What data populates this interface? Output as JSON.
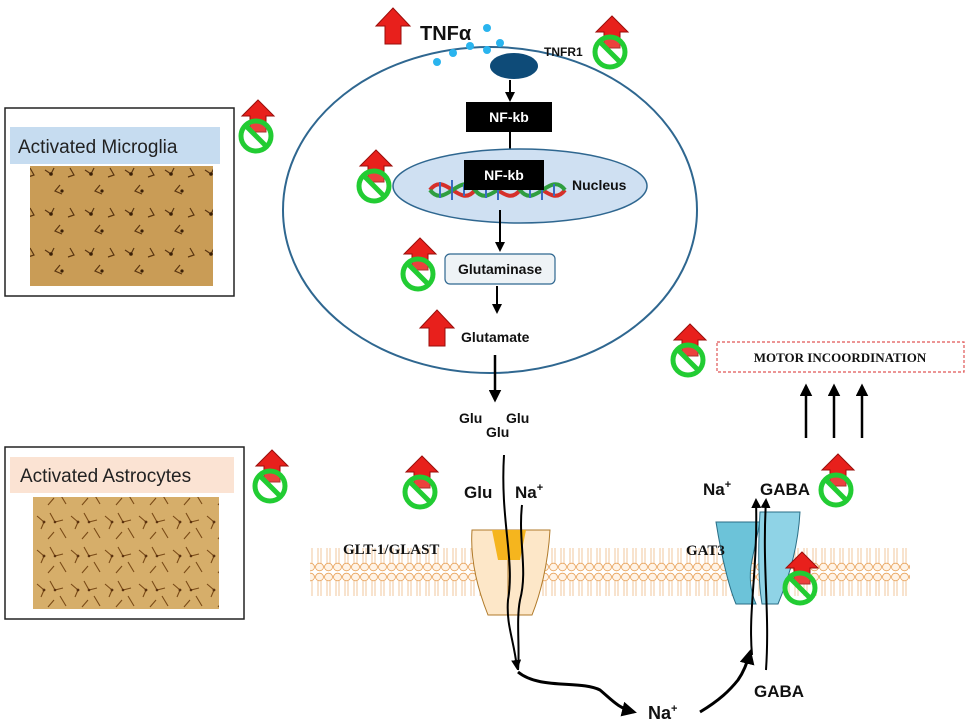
{
  "ligand": {
    "label": "TNFα"
  },
  "receptor": {
    "label": "TNFR1"
  },
  "cell": {
    "nfkb_cytoplasm": "NF-kb",
    "nfkb_nucleus": "NF-kb",
    "nucleus_label": "Nucleus",
    "enzyme": "Glutaminase",
    "product": "Glutamate"
  },
  "released": {
    "glu_1": "Glu",
    "glu_2": "Glu",
    "glu_3": "Glu"
  },
  "glutamate_transporter": {
    "name": "GLT-1/GLAST",
    "substrate": "Glu",
    "ion": "Na",
    "ion_charge": "+"
  },
  "gaba_transporter": {
    "name": "GAT3",
    "ion_out": "Na",
    "ion_out_charge": "+",
    "substrate_out": "GABA",
    "substrate_in": "GABA"
  },
  "intracellular_sodium": {
    "label": "Na",
    "charge": "+"
  },
  "outcome": {
    "label": "MOTOR INCOORDINATION"
  },
  "panels": {
    "microglia": {
      "title": "Activated Microglia"
    },
    "astrocytes": {
      "title": "Activated Astrocytes"
    }
  },
  "colors": {
    "up_arrow": "#e8201c",
    "inhibit": "#22cc33",
    "cell_border": "#2f6790",
    "receptor": "#0e4b78",
    "nucleus_fill": "#cfe0f2",
    "microglia_header": "#c6dcf0",
    "astrocytes_header": "#fbe3d3",
    "glt_transporter": "#f5c242",
    "gat_transporter": "#6cc3d9",
    "membrane": "#f3b97a"
  }
}
